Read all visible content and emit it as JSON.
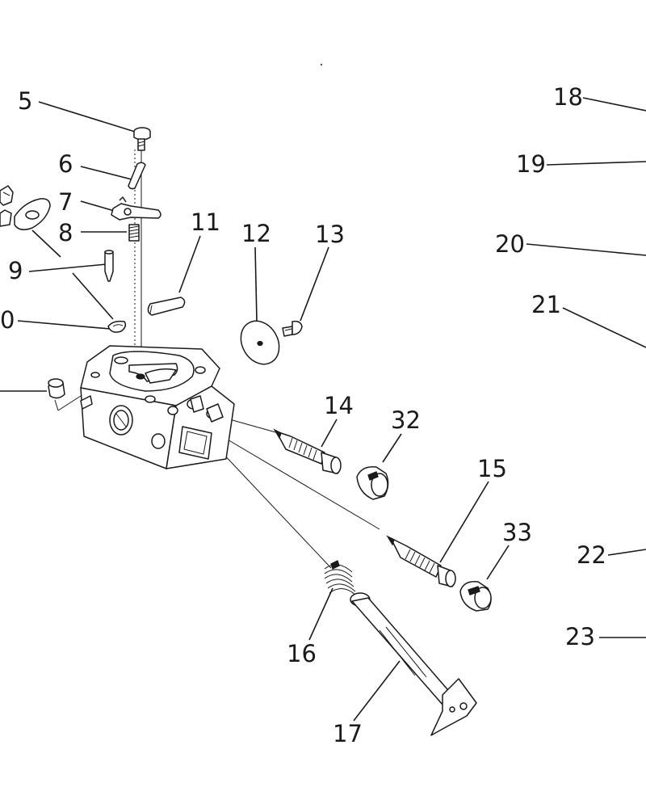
{
  "diagram": {
    "callouts": {
      "c5": "5",
      "c6": "6",
      "c7": "7",
      "c8": "8",
      "c9": "9",
      "c10": "0",
      "c11": "11",
      "c12": "12",
      "c13": "13",
      "c14": "14",
      "c15": "15",
      "c16": "16",
      "c17": "17",
      "c18": "18",
      "c19": "19",
      "c20": "20",
      "c21": "21",
      "c22": "22",
      "c23": "23",
      "c32": "32",
      "c33": "33"
    }
  }
}
